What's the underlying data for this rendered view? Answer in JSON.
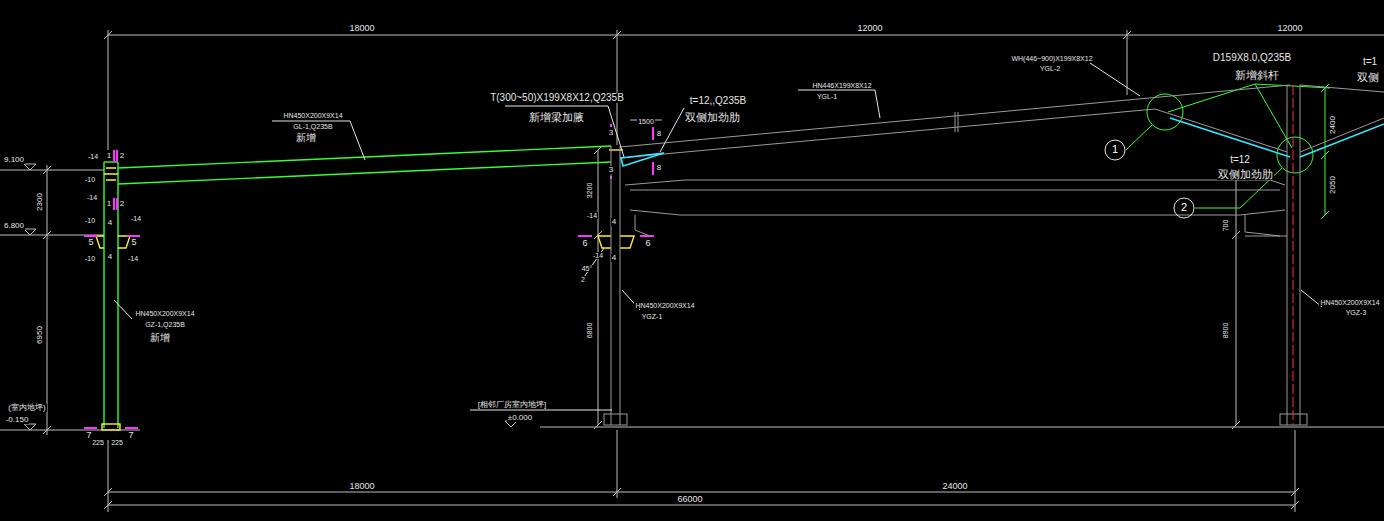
{
  "diagram": {
    "nodes": [
      {
        "text": [
          "1"
        ]
      },
      {
        "text": [
          "2"
        ]
      }
    ],
    "labels": [
      "18000",
      "12000",
      "12000",
      "18000",
      "24000",
      "66000",
      "9.100",
      "2300",
      "6.800",
      "6950",
      "(室内地坪)",
      "-0.150",
      "225",
      "225",
      "-14",
      "1",
      "2",
      "-10",
      "-14",
      "1",
      "2",
      "-10",
      "-14",
      "4",
      "5",
      "5",
      "-10",
      "-14",
      "4",
      "7",
      "7",
      "HN450X200X9X14",
      "GZ-1,Q235B",
      "新增",
      "HN450X200X9X14",
      "GL-1,Q235B",
      "新增",
      "T(300~50)X199X8X12,Q235B",
      "新增梁加腋",
      "1500",
      "t=12,,Q235B",
      "双侧加劲肋",
      "3",
      "8",
      "3",
      "8",
      "3200",
      "-14",
      "4",
      "6",
      "6",
      "-14",
      "4",
      "45°",
      "2",
      "HN450X200X9X14",
      "YGZ-1",
      "6800",
      "[相邻厂房室内地坪]",
      "±0.000",
      "HN446X199X8X12",
      "YGL-1",
      "WH(446~900)X199X8X12",
      "YGL-2",
      "D159X8.0,Q235B",
      "新增斜杆",
      "t=12",
      "双侧加劲肋",
      "2400",
      "2050",
      "700",
      "8900",
      "HN450X200X9X14",
      "YGZ-3",
      "t=1",
      "双侧"
    ]
  }
}
